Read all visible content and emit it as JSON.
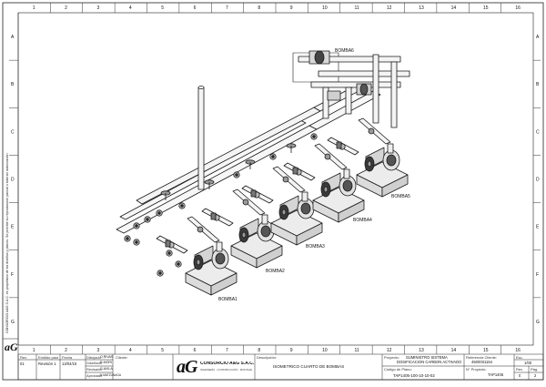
{
  "grid": {
    "cols_top": [
      "1",
      "2",
      "3",
      "4",
      "5",
      "6",
      "7",
      "8",
      "9",
      "10",
      "11",
      "12",
      "13",
      "14",
      "15",
      "16"
    ],
    "cols_bottom": [
      "1",
      "2",
      "3",
      "4",
      "5",
      "6",
      "7",
      "8",
      "9",
      "10",
      "11",
      "12",
      "13",
      "14",
      "15",
      "16"
    ],
    "rows": [
      "A",
      "B",
      "C",
      "D",
      "E",
      "F",
      "G"
    ]
  },
  "drawing": {
    "labels": {
      "bomba1": "BOMBA1",
      "bomba2": "BOMBA2",
      "bomba3": "BOMBA3",
      "bomba4": "BOMBA4",
      "bomba5": "BOMBA5",
      "bomba6": "BOMBA6"
    }
  },
  "side_note": "CONSORCIO A&G S.A.C. es propietario de los diseños y planos. Se prohíbe su reproducción parcial o total sin autorización.",
  "revision_table": {
    "headers": [
      "Rev.",
      "Emitido para",
      "Fecha"
    ],
    "row": [
      "01",
      "Revisión 1",
      "13/04/15"
    ],
    "roles": [
      {
        "role": "Dibujado",
        "name": "O.RIVAS"
      },
      {
        "role": "Diseñado",
        "name": "R.MORI"
      },
      {
        "role": "Revisado",
        "name": "G.AVILA"
      },
      {
        "role": "Aprobado",
        "name": "N.MATZUNAGA"
      }
    ]
  },
  "title_block": {
    "cliente_label": "Cliente:",
    "company_logo": "aG",
    "company_name": "CONSORCIO A&G S.A.C.",
    "company_sub": "INGENIERÍA · CONSTRUCCIÓN · MONTAJE",
    "descripcion_label": "Descripción:",
    "descripcion": "ISOMETRICO CUARTO DE BOMBAS",
    "proyecto_label": "Proyecto:",
    "proyecto_line1": "SUMINISTRO SISTEMA",
    "proyecto_line2": "DOSIFICACION CARBON ACTIVADO",
    "codigo_label": "Código de Plano:",
    "codigo": "TAP1405-100-10-10-02",
    "referencia_label": "Referencia Cliente:",
    "referencia": "4500031164",
    "np_label": "N° Proyecto:",
    "np": "TAP1405",
    "esc_label": "Esc.",
    "esc": "1/00",
    "rev_label": "Rev.",
    "rev": "0",
    "pag_label": "Pág.",
    "pag": "2"
  }
}
